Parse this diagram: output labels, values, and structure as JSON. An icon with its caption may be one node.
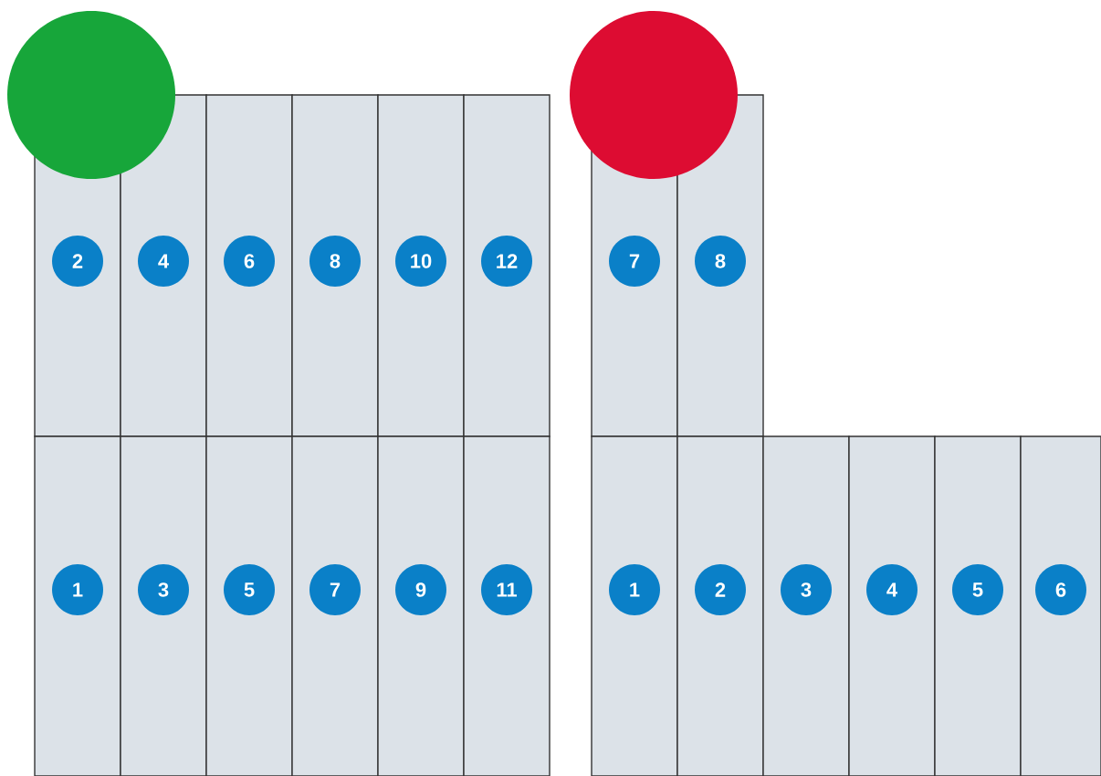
{
  "diagram": {
    "nodes": [
      {
        "text": [],
        "shape": "circle"
      },
      {
        "text": [
          "2"
        ]
      },
      {
        "text": [
          "4"
        ]
      },
      {
        "text": [
          "6"
        ]
      },
      {
        "text": [
          "8"
        ]
      },
      {
        "text": [
          "10"
        ]
      },
      {
        "text": [
          "12"
        ]
      },
      {
        "text": [
          "1"
        ]
      },
      {
        "text": [
          "3"
        ]
      },
      {
        "text": [
          "5"
        ]
      },
      {
        "text": [
          "7"
        ]
      },
      {
        "text": [
          "9"
        ]
      },
      {
        "text": [
          "11"
        ]
      },
      {
        "text": [],
        "shape": "circle"
      },
      {
        "text": [
          "7"
        ]
      },
      {
        "text": [
          "8"
        ]
      },
      {
        "text": [
          "1"
        ]
      },
      {
        "text": [
          "2"
        ]
      },
      {
        "text": [
          "3"
        ]
      },
      {
        "text": [
          "4"
        ]
      },
      {
        "text": [
          "5"
        ]
      },
      {
        "text": [
          "6"
        ]
      }
    ]
  }
}
